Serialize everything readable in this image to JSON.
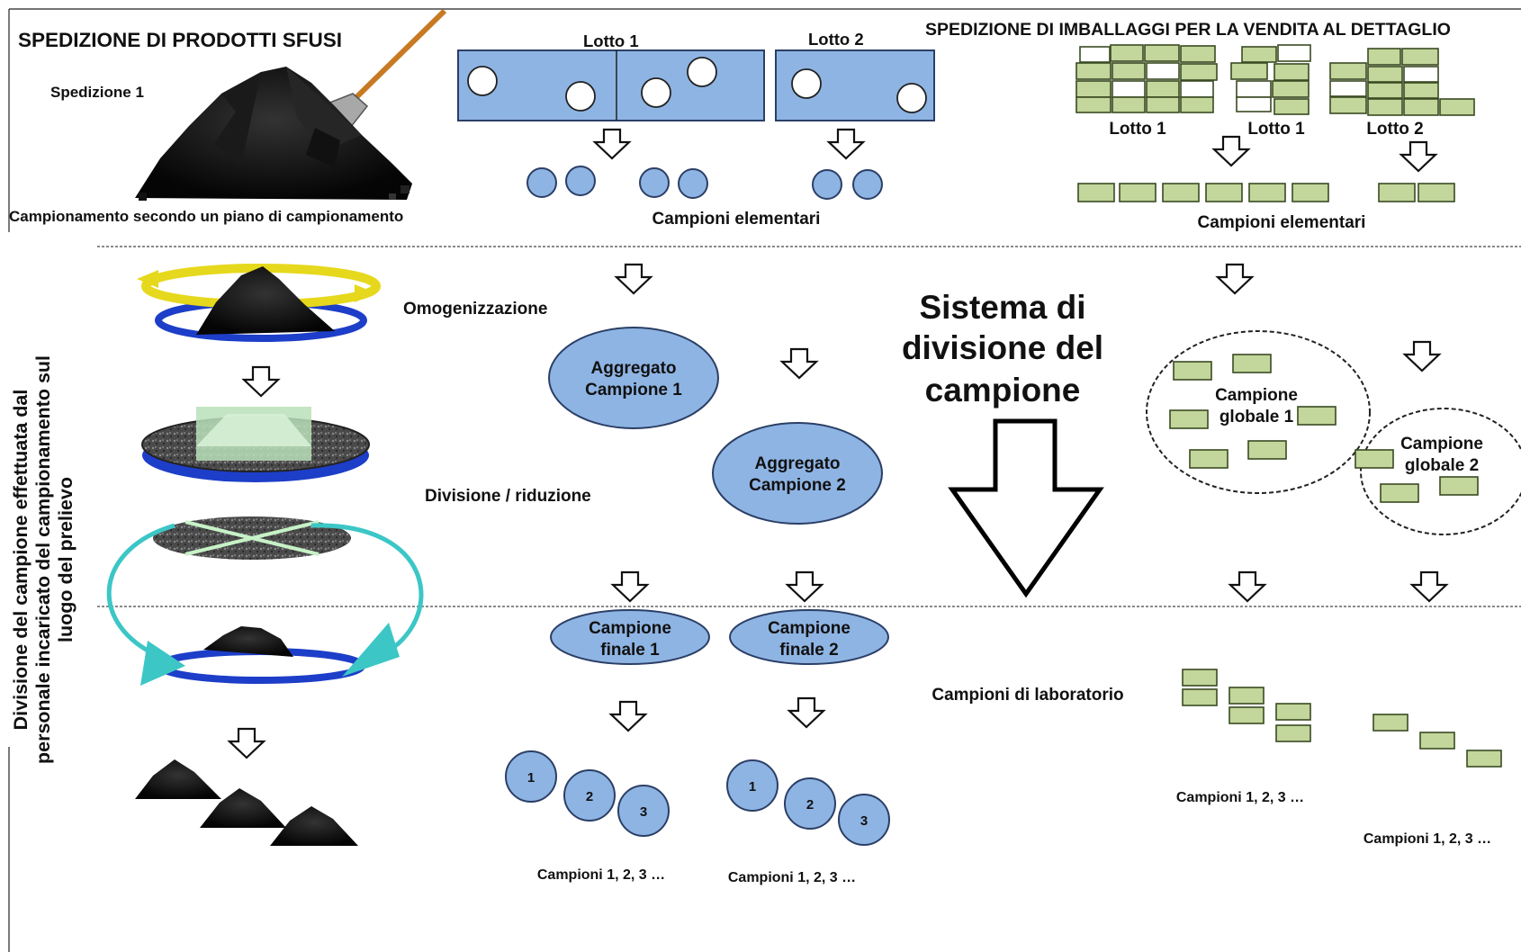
{
  "header": {
    "bulk_title": "SPEDIZIONE DI PRODOTTI SFUSI",
    "retail_title": "SPEDIZIONE DI IMBALLAGGI PER LA VENDITA AL DETTAGLIO"
  },
  "bulk": {
    "shipment_label": "Spedizione 1",
    "sampling_plan_label": "Campionamento secondo un piano di campionamento",
    "homogenization_label": "Omogenizzazione",
    "division_label": "Divisione / riduzione"
  },
  "lots": {
    "lot1": "Lotto 1",
    "lot2": "Lotto 2",
    "elementary_samples": "Campioni elementari"
  },
  "retail": {
    "lot_a": "Lotto 1",
    "lot_b": "Lotto 1",
    "lot_c": "Lotto 2",
    "elementary_samples": "Campioni elementari",
    "global1_line1": "Campione",
    "global1_line2": "globale 1",
    "global2_line1": "Campione",
    "global2_line2": "globale 2",
    "lab_samples_a": "Campioni 1, 2, 3 …",
    "lab_samples_b": "Campioni 1, 2, 3 …"
  },
  "aggregates": {
    "agg1_line1": "Aggregato",
    "agg1_line2": "Campione 1",
    "agg2_line1": "Aggregato",
    "agg2_line2": "Campione 2",
    "final1_line1": "Campione",
    "final1_line2": "finale 1",
    "final2_line1": "Campione",
    "final2_line2": "finale 2",
    "num1": "1",
    "num2": "2",
    "num3": "3",
    "samples_a": "Campioni 1, 2, 3 …",
    "samples_b": "Campioni 1, 2, 3 …"
  },
  "system": {
    "line1": "Sistema di",
    "line2": "divisione del",
    "line3": "campione"
  },
  "lab_label": "Campioni di laboratorio",
  "side": {
    "line1": "Divisione del campione effettuata dal",
    "line2": "personale incaricato del campionamento sul",
    "line3": "luogo del prelievo"
  },
  "colors": {
    "blue_fill": "#8eb4e3",
    "blue_stroke": "#2b3f66",
    "green_fill": "#c3d69b",
    "green_stroke": "#3a4a22",
    "teal": "#3cc6c6",
    "yellow": "#f0e020",
    "plate_blue": "#2050d0"
  }
}
